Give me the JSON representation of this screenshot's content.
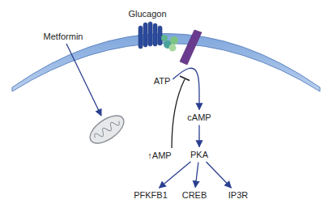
{
  "diagram": {
    "nodes": [
      {
        "text": [
          "ATP"
        ]
      },
      {
        "text": [
          "cAMP"
        ]
      },
      {
        "text": [
          "PKA"
        ]
      },
      {
        "text": [
          "PFKFB1"
        ]
      },
      {
        "text": [
          "CREB"
        ]
      },
      {
        "text": [
          "IP3R"
        ]
      }
    ],
    "edges": [
      {
        "from": 0,
        "to": 1,
        "arrow": "to"
      },
      {
        "from": 1,
        "to": 2,
        "arrow": "to"
      },
      {
        "from": 2,
        "to": 3,
        "arrow": "to"
      },
      {
        "from": 2,
        "to": 4,
        "arrow": "to"
      },
      {
        "from": 2,
        "to": 5,
        "arrow": "to"
      }
    ],
    "labels": [
      "Metformin",
      "Glucagon",
      "↑AMP"
    ]
  }
}
